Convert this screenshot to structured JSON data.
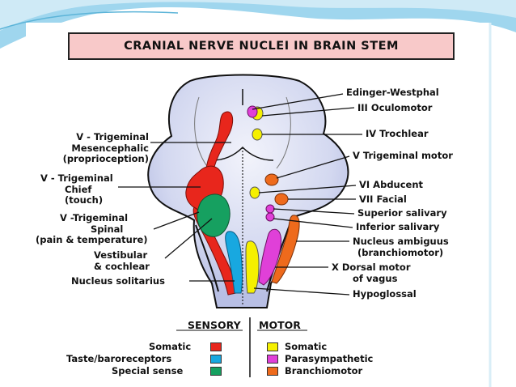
{
  "title": "CRANIAL NERVE NUCLEI IN BRAIN STEM",
  "left_labels": {
    "mesencephalic": [
      "V - Trigeminal",
      "Mesencephalic",
      "(proprioception)"
    ],
    "chief": [
      "V - Trigeminal",
      "Chief",
      "(touch)"
    ],
    "spinal": [
      "V -Trigeminal",
      "Spinal",
      "(pain & temperature)"
    ],
    "vestibular": [
      "Vestibular",
      "& cochlear"
    ],
    "solitarius": "Nucleus solitarius"
  },
  "right_labels": {
    "edinger": "Edinger-Westphal",
    "oculomotor": "III Oculomotor",
    "trochlear": "IV Trochlear",
    "trigeminal_motor": "V Trigeminal motor",
    "abducent": "VI Abducent",
    "facial": "VII Facial",
    "superior_salivary": "Superior salivary",
    "inferior_salivary": "Inferior salivary",
    "ambiguus": [
      "Nucleus ambiguus",
      "(branchiomotor)"
    ],
    "dorsal_vagus": [
      "X Dorsal motor",
      "of vagus"
    ],
    "hypoglossal": "Hypoglossal"
  },
  "legend": {
    "sensory_heading": "SENSORY",
    "motor_heading": "MOTOR",
    "sensory": [
      {
        "label": "Somatic",
        "color": "#e8261c"
      },
      {
        "label": "Taste/baroreceptors",
        "color": "#18a8e0"
      },
      {
        "label": "Special sense",
        "color": "#16a060"
      }
    ],
    "motor": [
      {
        "label": "Somatic",
        "color": "#f5f000"
      },
      {
        "label": "Parasympathetic",
        "color": "#e040d8"
      },
      {
        "label": "Branchiomotor",
        "color": "#ee6a1c"
      }
    ]
  },
  "colors": {
    "brainstem": "#d8dcf2",
    "slide_accent": "#7dc8e6"
  }
}
